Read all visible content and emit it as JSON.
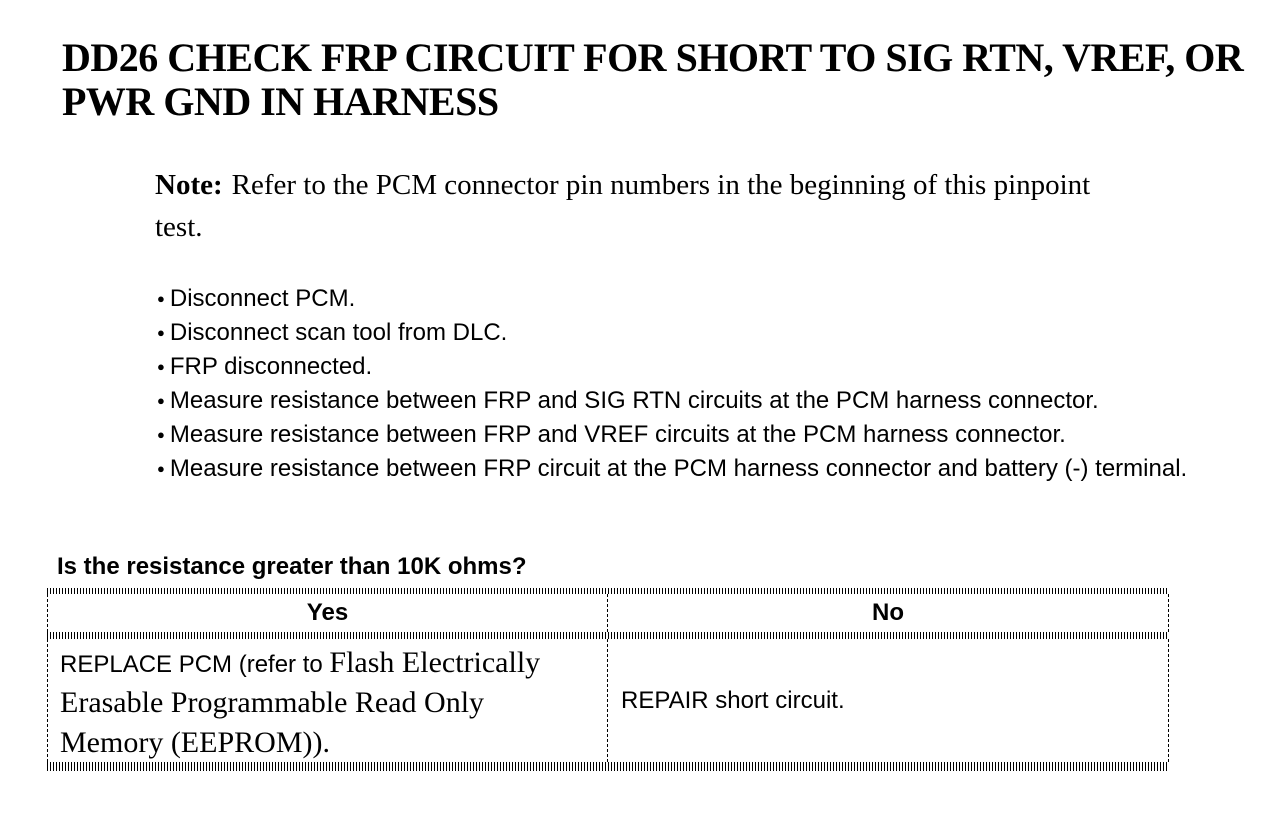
{
  "document": {
    "title": "DD26 CHECK FRP CIRCUIT FOR SHORT TO SIG RTN, VREF, OR\nPWR GND IN HARNESS",
    "note": {
      "label": "Note:",
      "text": "Refer to the PCM connector pin numbers in the beginning of this pinpoint\ntest."
    },
    "bullet_glyph": "●",
    "steps": [
      "Disconnect PCM.",
      "Disconnect scan tool from DLC.",
      "FRP disconnected.",
      "Measure resistance between FRP and SIG RTN circuits at the PCM harness connector.",
      "Measure resistance between FRP and VREF circuits at the PCM harness connector.",
      "Measure resistance between FRP circuit at the PCM harness connector and battery (-) terminal."
    ],
    "question": "Is the resistance greater than 10K ohms?",
    "decision_table": {
      "columns": [
        "Yes",
        "No"
      ],
      "yes_action": {
        "text_sans": "REPLACE PCM (refer to ",
        "text_serif": "Flash Electrically Erasable Programmable Read Only Memory (EEPROM))."
      },
      "no_action": "REPAIR short circuit."
    },
    "colors": {
      "ink": "#000000",
      "paper": "#ffffff"
    }
  }
}
